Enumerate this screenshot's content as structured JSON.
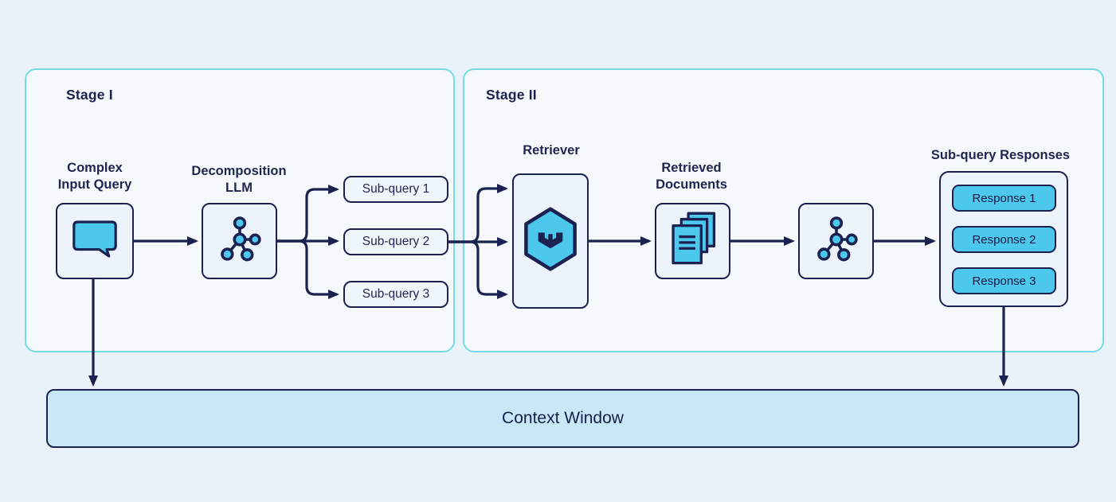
{
  "stage1": {
    "title": "Stage I",
    "input_label": {
      "line1": "Complex",
      "line2": "Input Query"
    },
    "llm_label": {
      "line1": "Decomposition",
      "line2": "LLM"
    },
    "subqueries": [
      "Sub-query 1",
      "Sub-query 2",
      "Sub-query 3"
    ]
  },
  "stage2": {
    "title": "Stage II",
    "retriever_label": "Retriever",
    "documents_label": {
      "line1": "Retrieved",
      "line2": "Documents"
    },
    "responses_title": "Sub-query Responses",
    "responses": [
      "Response 1",
      "Response 2",
      "Response 3"
    ]
  },
  "context_window": {
    "label": "Context Window"
  },
  "icons": {
    "input": "chat-bubble-icon",
    "decomposition_llm": "network-nodes-icon",
    "retriever": "weaviate-hexagon-icon",
    "documents": "document-stack-icon",
    "generation_llm": "network-nodes-icon"
  },
  "colors": {
    "background": "#e9f1f9",
    "stage_background": "#f6f9fc",
    "stage_border": "#74dbe5",
    "node_background": "#ecf3fa",
    "outline_navy": "#1b2150",
    "accent_cyan": "#4bc8ec",
    "context_window_fill": "#c9e7f6"
  }
}
